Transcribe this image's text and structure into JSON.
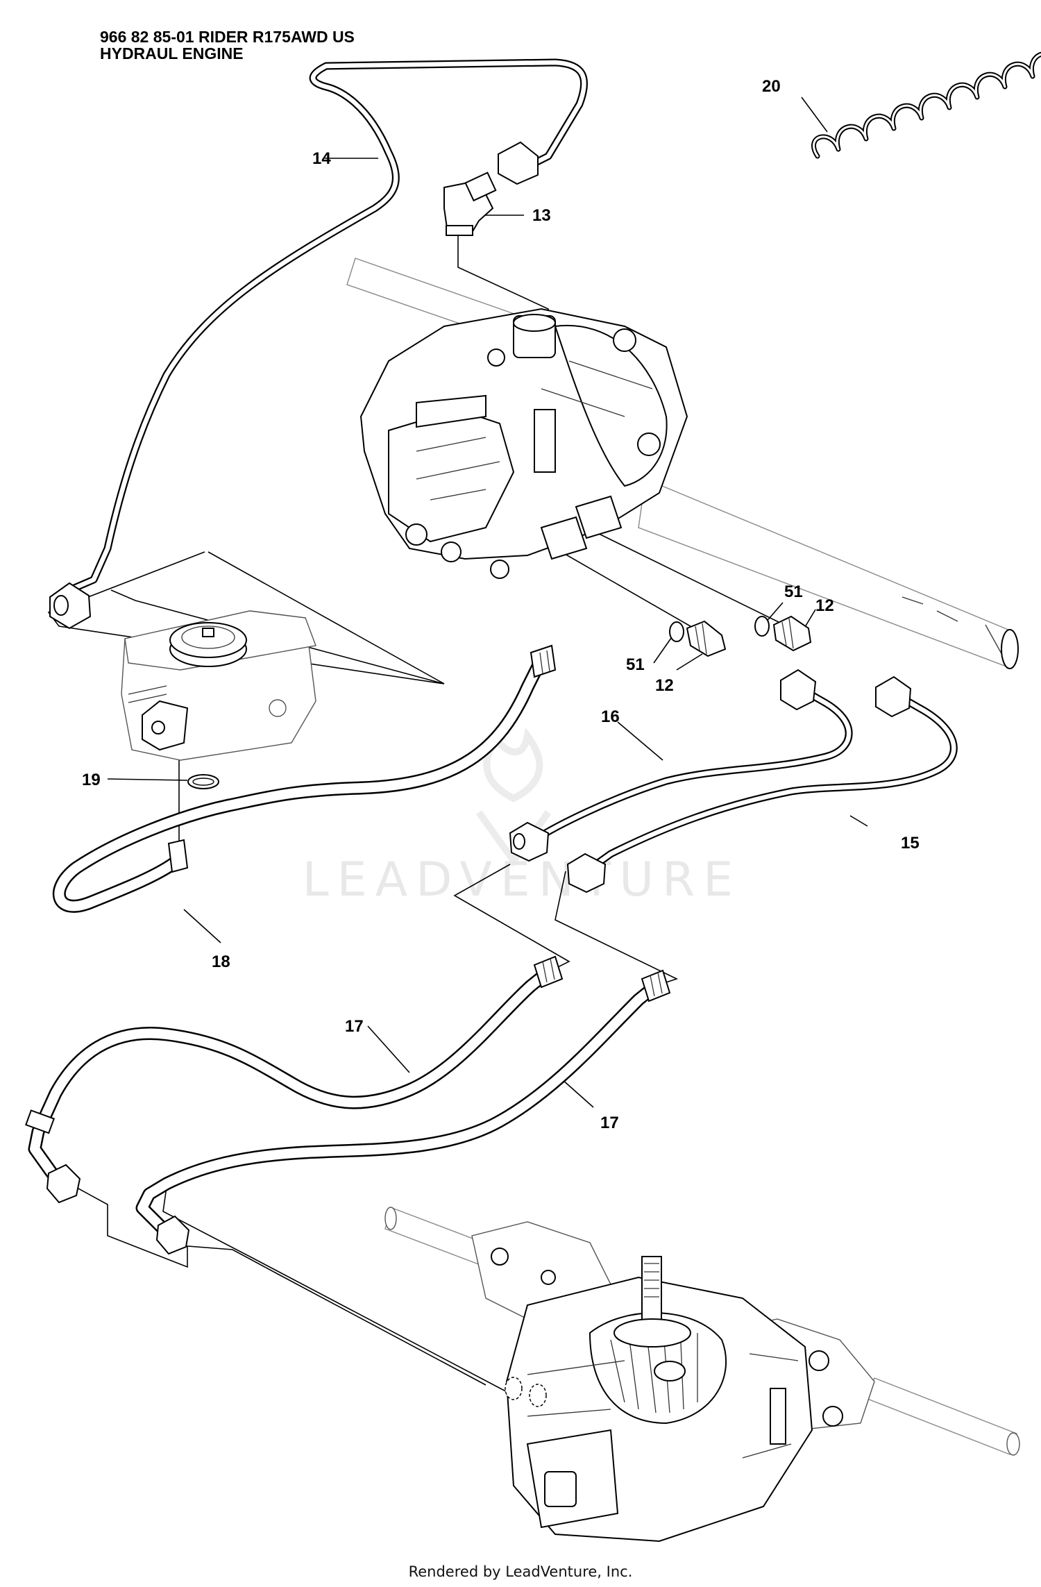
{
  "header": {
    "line1": "966 82 85-01 RIDER R175AWD US",
    "line2": "HYDRAUL ENGINE"
  },
  "watermark": "LEADVENTURE",
  "footer": "Rendered by LeadVenture, Inc.",
  "callouts": {
    "c12a": "12",
    "c12b": "12",
    "c13": "13",
    "c14": "14",
    "c15": "15",
    "c16": "16",
    "c17a": "17",
    "c17b": "17",
    "c18": "18",
    "c19": "19",
    "c20": "20",
    "c51a": "51",
    "c51b": "51"
  }
}
